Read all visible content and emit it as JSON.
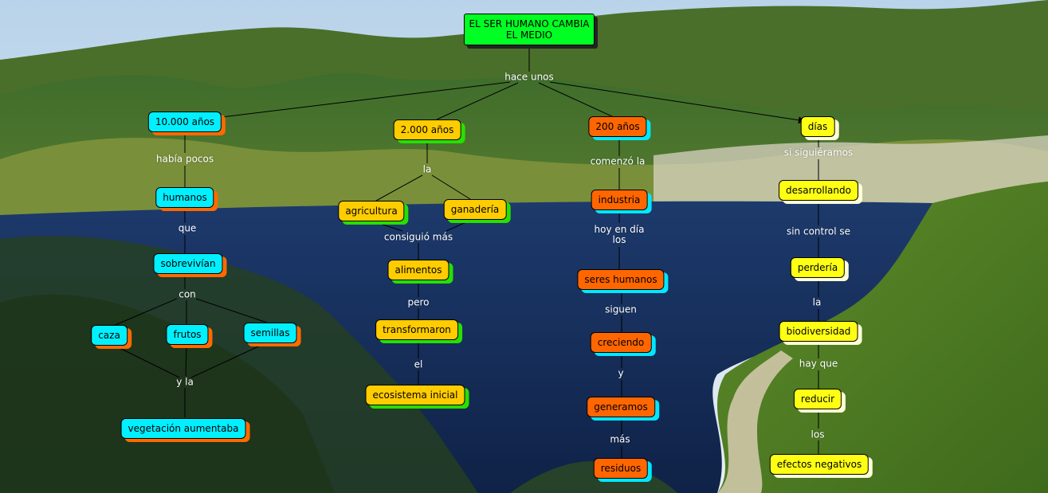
{
  "map": {
    "root": "EL SER HUMANO CAMBIA EL MEDIO",
    "root_link": "hace unos",
    "col1": {
      "n1": "10.000 años",
      "l1": "había pocos",
      "n2": "humanos",
      "l2": "que",
      "n3": "sobrevivían",
      "l3": "con",
      "caza": "caza",
      "frutos": "frutos",
      "semillas": "semillas",
      "l4": "y la",
      "n4": "vegetación aumentaba"
    },
    "col2": {
      "n1": "2.000 años",
      "l1": "la",
      "agri": "agricultura",
      "gana": "ganadería",
      "l2": "consiguió más",
      "n2": "alimentos",
      "l3": "pero",
      "n3": "transformaron",
      "l4": "el",
      "n4": "ecosistema inicial"
    },
    "col3": {
      "n1": "200 años",
      "l1": "comenzó la",
      "n2": "industria",
      "l2": "hoy en día los",
      "n3": "seres humanos",
      "l3": "siguen",
      "n4": "creciendo",
      "l4": "y",
      "n5": "generamos",
      "l5": "más",
      "n6": "residuos"
    },
    "col4": {
      "n1": "días",
      "l1": "si siguiéramos",
      "n2": "desarrollando",
      "l2": "sin control se",
      "n3": "perdería",
      "l3": "la",
      "n4": "biodiversidad",
      "l4": "hay que",
      "n5": "reducir",
      "l5": "los",
      "n6": "efectos negativos"
    }
  },
  "colors": {
    "root": "#00ff22",
    "branch_1": "#00f0ff",
    "branch_2": "#ffcc00",
    "branch_3": "#ff6600",
    "branch_4": "#ffff14"
  }
}
